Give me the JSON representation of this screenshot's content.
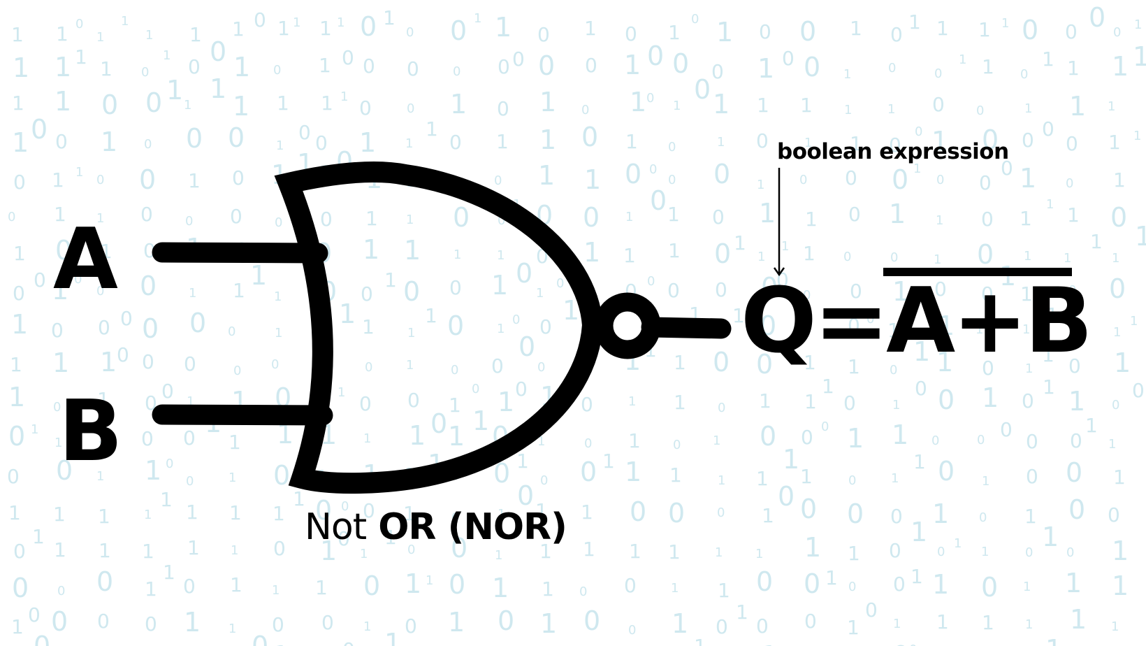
{
  "diagram": {
    "title": "Not OR (NOR)",
    "caption_prefix": "Not",
    "caption_rest": "OR (NOR)",
    "inputs": [
      {
        "name": "A"
      },
      {
        "name": "B"
      }
    ],
    "gate_type": "NOR",
    "output": {
      "name": "Q",
      "expression_lhs": "Q",
      "expression_eq": "=",
      "expression_rhs": "A+B",
      "rhs_negated": true
    },
    "annotation": {
      "text": "boolean expression",
      "points_to": "Q"
    }
  },
  "background": {
    "pattern": "binary digits",
    "digits": [
      "0",
      "1"
    ],
    "color": "#cfe8ef"
  },
  "colors": {
    "ink": "#000000",
    "background": "#ffffff",
    "digit": "#cfe8ef"
  }
}
